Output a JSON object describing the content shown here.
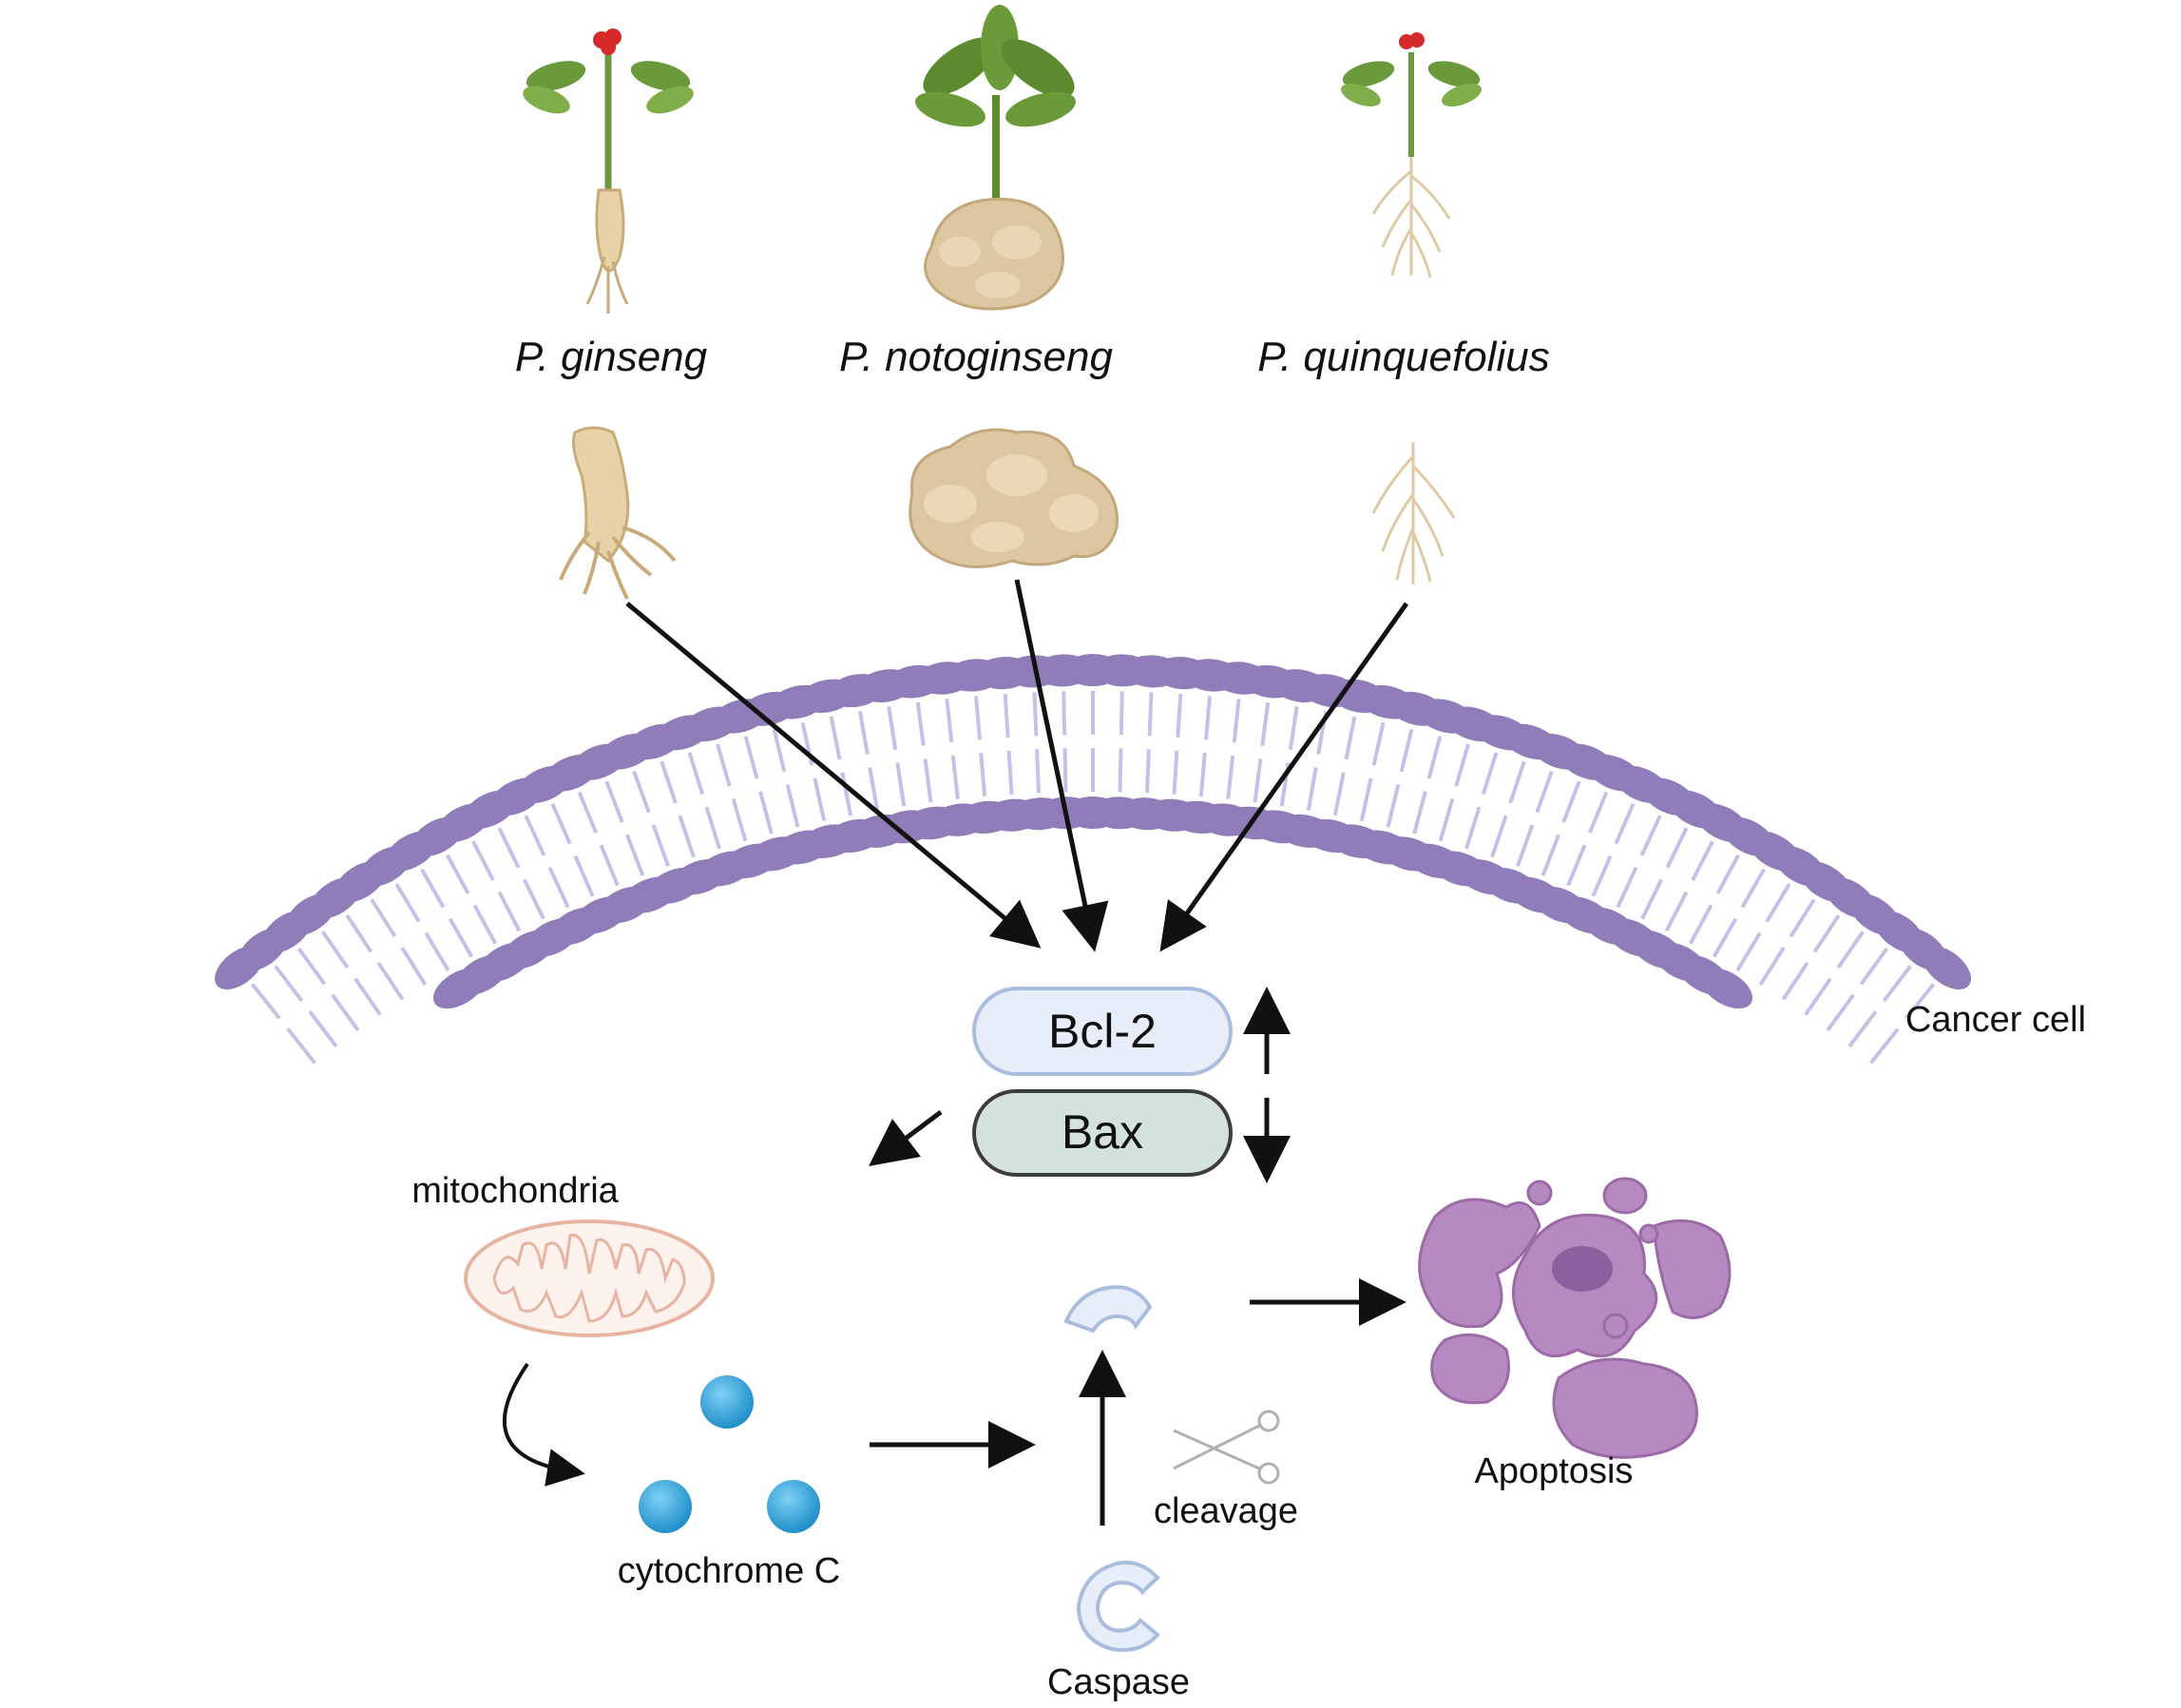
{
  "species": [
    "P. ginseng",
    "P. notoginseng",
    "P. quinquefolius"
  ],
  "cell_label": "Cancer cell",
  "proteins": {
    "bcl2": "Bcl-2",
    "bax": "Bax"
  },
  "mito_label": "mitochondria",
  "cytc_label": "cytochrome C",
  "cleavage_label": "cleavage",
  "caspase_label": "Caspase",
  "apoptosis_label": "Apoptosis",
  "colors": {
    "membrane_head": "#8f7cb8",
    "membrane_tail": "#c9bfe6",
    "bcl2_fill": "#e7eef9",
    "bcl2_stroke": "#a9bddf",
    "bax_fill": "#d4e2dd",
    "bax_stroke": "#3c3c3c",
    "cytc": "#3aa4d8",
    "apoptosis": "#b58ac0",
    "mito_stroke": "#e7b4a2",
    "root": "#e0c9a3",
    "leaf": "#6a9a3c",
    "berry": "#d42a2a"
  }
}
